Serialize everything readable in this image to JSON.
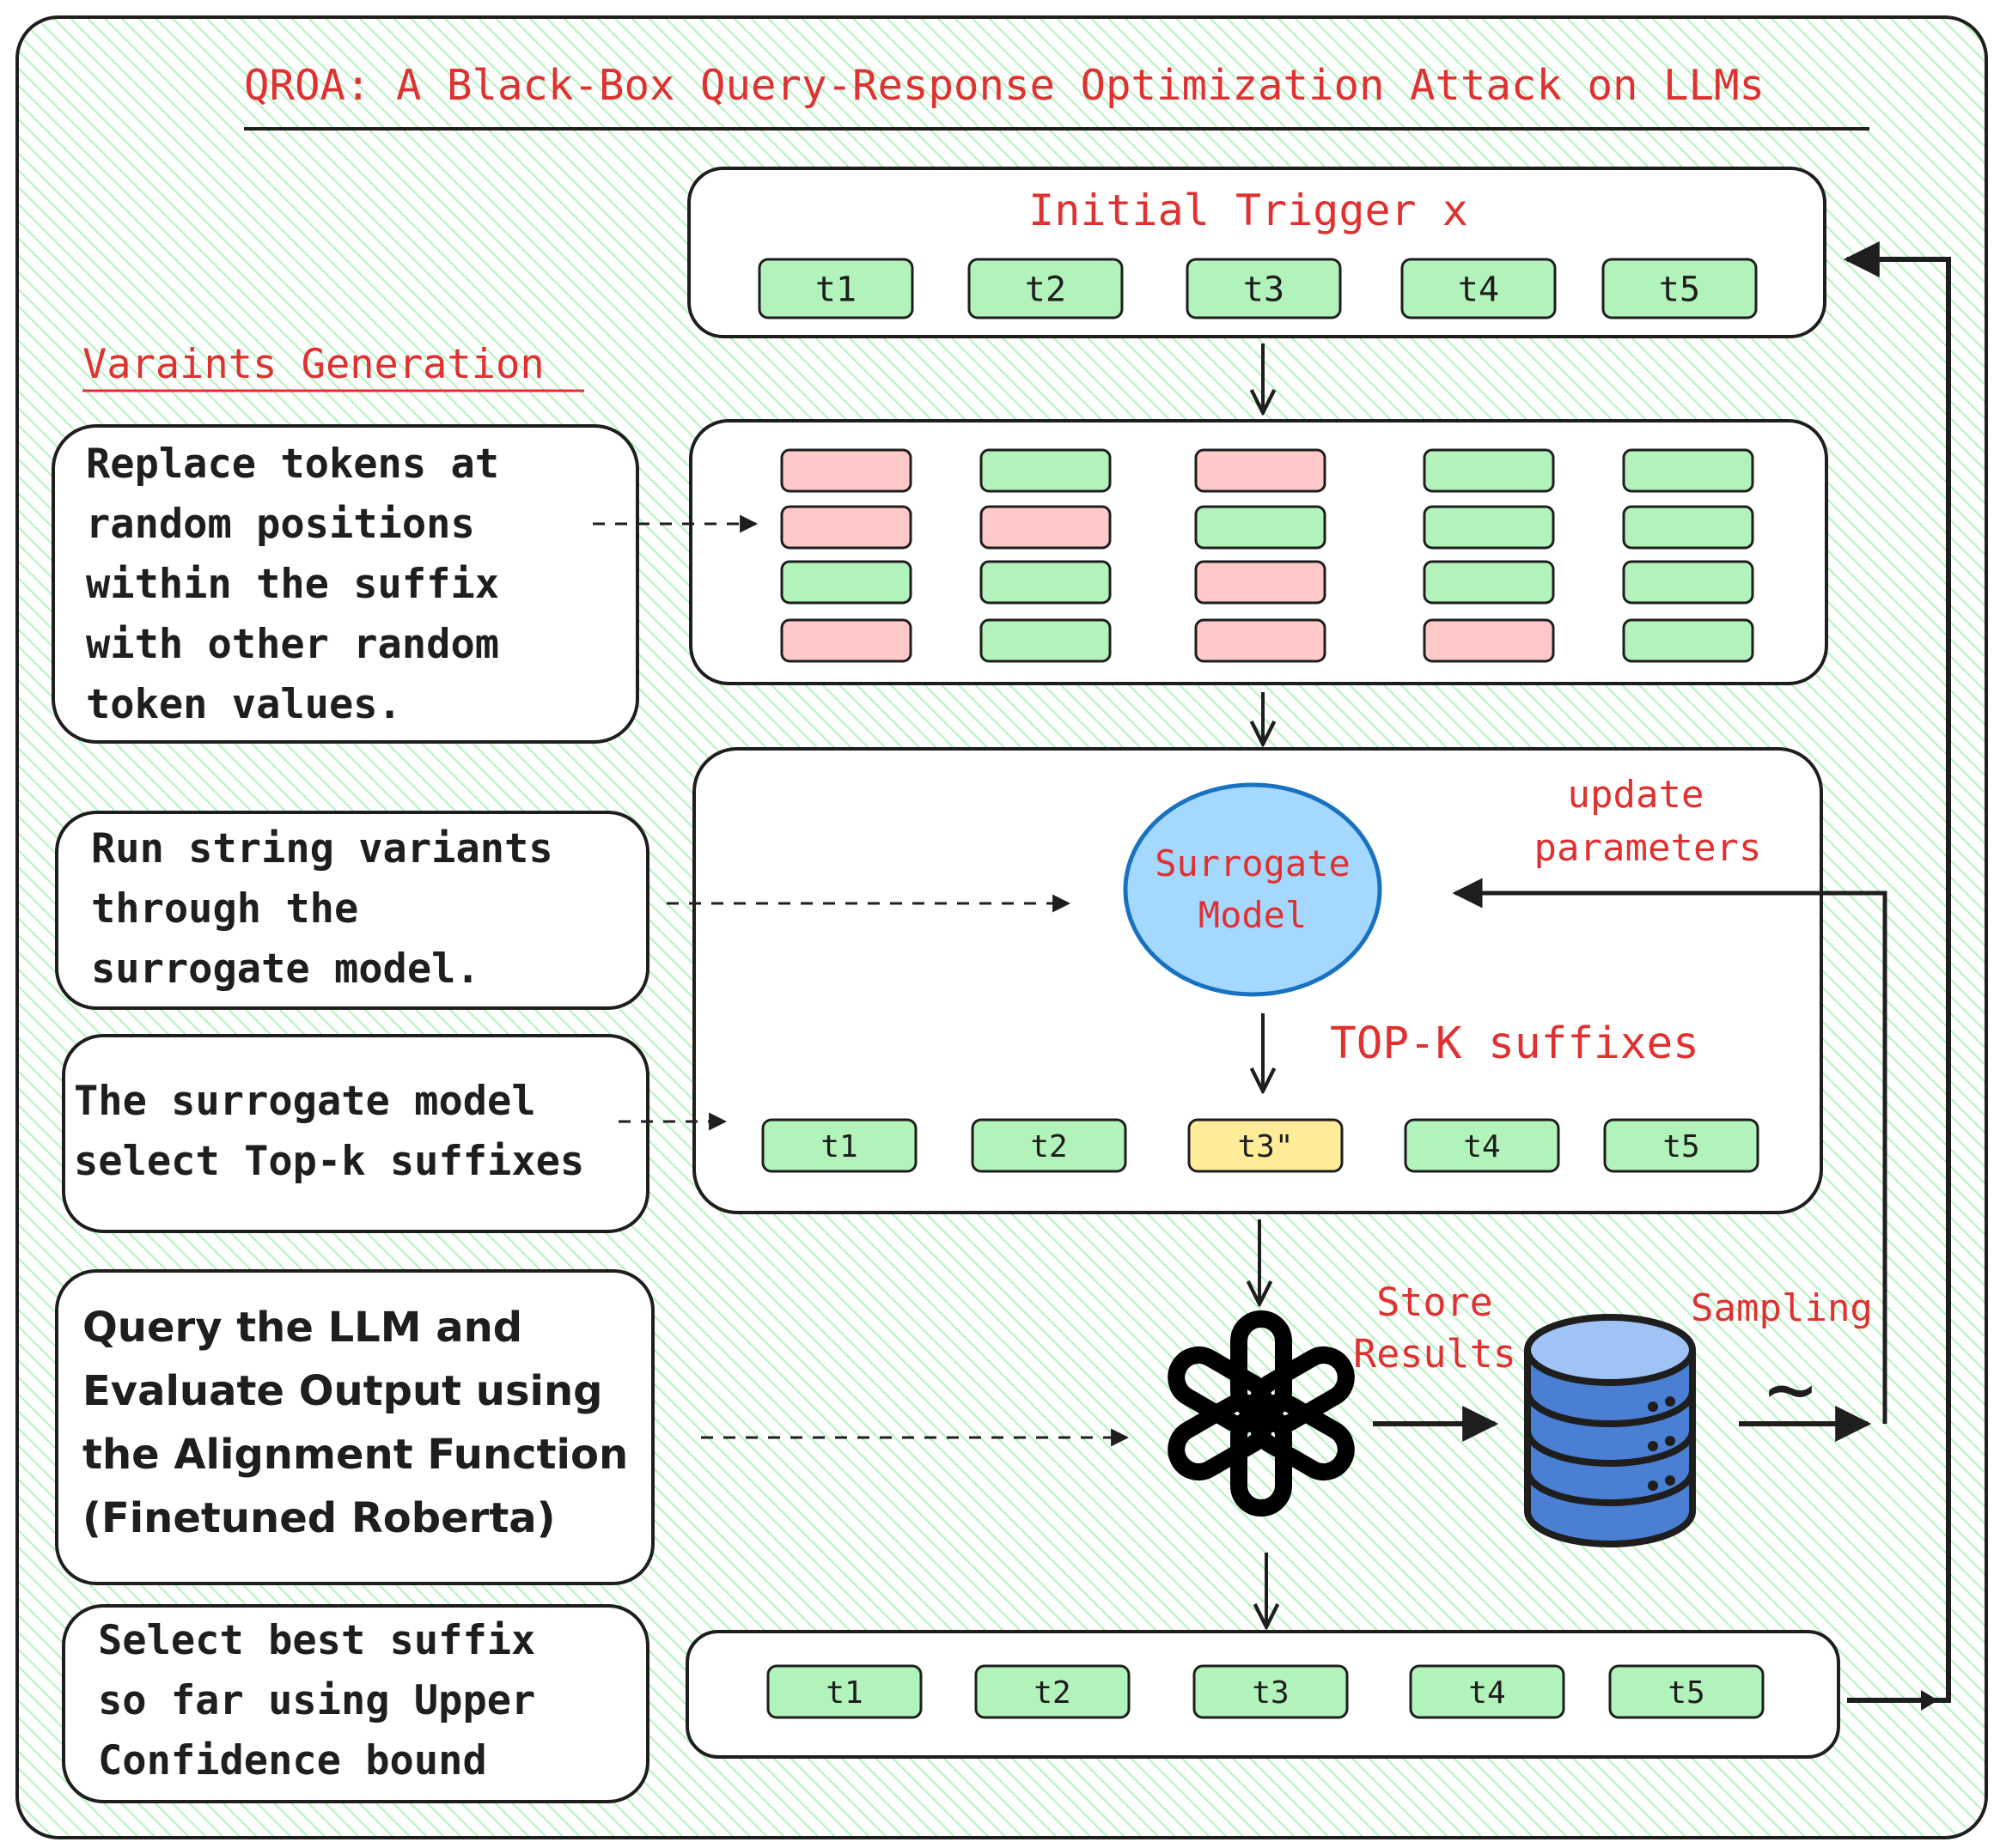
{
  "title": "QROA: A Black-Box Query-Response Optimization Attack on LLMs",
  "section_label": "Varaints Generation",
  "colors": {
    "background_hatch": "#b2f2bb",
    "token_green": "#b2f2bb",
    "token_red": "#ffc9c9",
    "token_yellow": "#ffec99",
    "ellipse_fill": "#a5d8ff",
    "ellipse_stroke": "#1971c2",
    "database_blue": "#4a7fd4",
    "accent_red": "#e03131",
    "ink": "#1e1e1e"
  },
  "initial_trigger": {
    "label": "Initial Trigger x",
    "tokens": [
      "t1",
      "t2",
      "t3",
      "t4",
      "t5"
    ]
  },
  "variants_grid": {
    "columns": [
      [
        "red",
        "red",
        "green",
        "red"
      ],
      [
        "green",
        "red",
        "green",
        "green"
      ],
      [
        "red",
        "green",
        "red",
        "red"
      ],
      [
        "green",
        "green",
        "green",
        "red"
      ],
      [
        "green",
        "green",
        "green",
        "green"
      ]
    ]
  },
  "surrogate": {
    "model_label_line1": "Surrogate",
    "model_label_line2": "Model",
    "update_line1": "update",
    "update_line2": "parameters",
    "topk_label": "TOP-K suffixes",
    "tokens": [
      "t1",
      "t2",
      "t3\"",
      "t4",
      "t5"
    ],
    "highlight_index": 2
  },
  "llm": {
    "icon": "openai-logo-icon",
    "store_line1": "Store",
    "store_line2": "Results",
    "sampling_label": "Sampling",
    "sampling_symbol": "~",
    "database_icon": "database-icon"
  },
  "final_suffix": {
    "tokens": [
      "t1",
      "t2",
      "t3",
      "t4",
      "t5"
    ]
  },
  "steps": [
    {
      "lines": [
        "Replace tokens at",
        "random positions",
        "within the suffix",
        "with other random",
        "token values."
      ]
    },
    {
      "lines": [
        "Run string variants",
        "through the",
        "surrogate model."
      ]
    },
    {
      "lines": [
        "The surrogate model",
        "select Top-k suffixes"
      ]
    },
    {
      "lines": [
        "Query the LLM and",
        "Evaluate Output using",
        "the Alignment Function",
        "(Finetuned Roberta)"
      ]
    },
    {
      "lines": [
        "Select best suffix",
        "so far using Upper",
        "Confidence bound"
      ]
    }
  ]
}
